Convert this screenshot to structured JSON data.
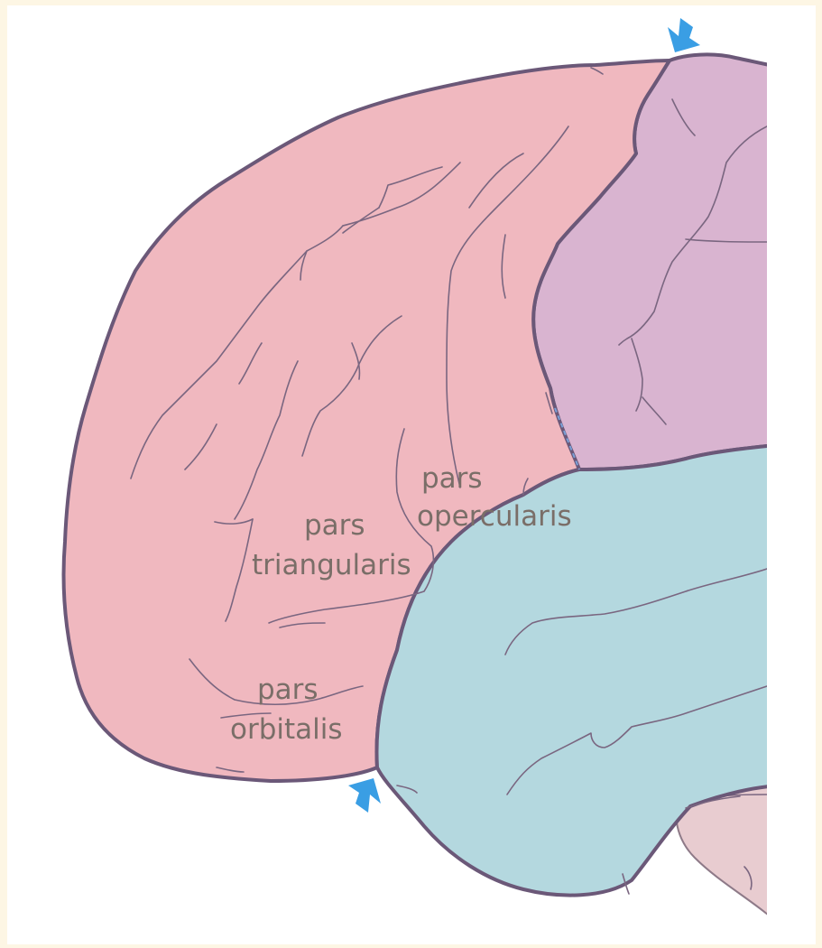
{
  "colors": {
    "background": "#fdf6e4",
    "panel": "#ffffff",
    "frontal_lobe": "#f0b8bf",
    "parietal_lobe": "#d9b4d0",
    "temporal_lobe": "#b4d8df",
    "cerebellum": "#e8ccd0",
    "outline": "#6b5878",
    "label_text": "#7a6e68",
    "arrow": "#3a9ee4",
    "dashed_line": "#7aa0d8"
  },
  "labels": {
    "pars_opercularis_line1": "pars",
    "pars_opercularis_line2": "opercularis",
    "pars_triangularis_line1": "pars",
    "pars_triangularis_line2": "triangularis",
    "pars_orbitalis_line1": "pars",
    "pars_orbitalis_line2": "orbitalis"
  },
  "icons": {
    "top_arrow": "arrow-down-left-icon",
    "bottom_arrow": "arrow-up-right-icon"
  }
}
